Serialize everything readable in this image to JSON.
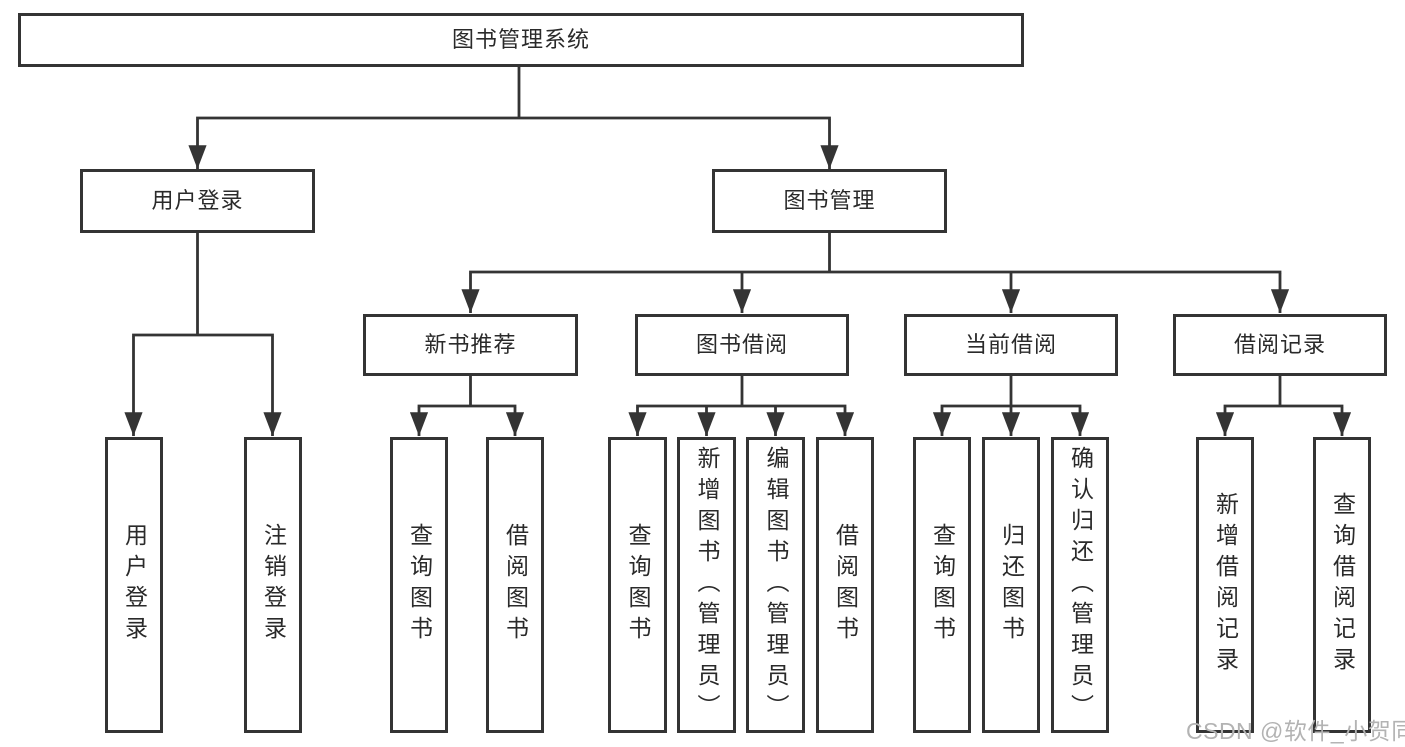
{
  "colors": {
    "background": "#ffffff",
    "line": "#343434",
    "box_border": "#343434",
    "box_fill": "#ffffff",
    "text": "#2a2a2a",
    "watermark": "#b3b3b3"
  },
  "diagram": {
    "root": {
      "label": "图书管理系统"
    },
    "level1": [
      {
        "label": "用户登录"
      },
      {
        "label": "图书管理"
      }
    ],
    "level2": [
      {
        "label": "新书推荐",
        "parent": "图书管理"
      },
      {
        "label": "图书借阅",
        "parent": "图书管理"
      },
      {
        "label": "当前借阅",
        "parent": "图书管理"
      },
      {
        "label": "借阅记录",
        "parent": "图书管理"
      }
    ],
    "leaves": [
      {
        "label": "用户登录",
        "parent": "用户登录"
      },
      {
        "label": "注销登录",
        "parent": "用户登录"
      },
      {
        "label": "查询图书",
        "parent": "新书推荐"
      },
      {
        "label": "借阅图书",
        "parent": "新书推荐"
      },
      {
        "label": "查询图书",
        "parent": "图书借阅"
      },
      {
        "label": "新增图书（管理员）",
        "parent": "图书借阅"
      },
      {
        "label": "编辑图书（管理员）",
        "parent": "图书借阅"
      },
      {
        "label": "借阅图书",
        "parent": "图书借阅"
      },
      {
        "label": "查询图书",
        "parent": "当前借阅"
      },
      {
        "label": "归还图书",
        "parent": "当前借阅"
      },
      {
        "label": "确认归还（管理员）",
        "parent": "当前借阅"
      },
      {
        "label": "新增借阅记录",
        "parent": "借阅记录"
      },
      {
        "label": "查询借阅记录",
        "parent": "借阅记录"
      }
    ]
  },
  "watermark": {
    "text": "CSDN @软件_小贺同学"
  }
}
